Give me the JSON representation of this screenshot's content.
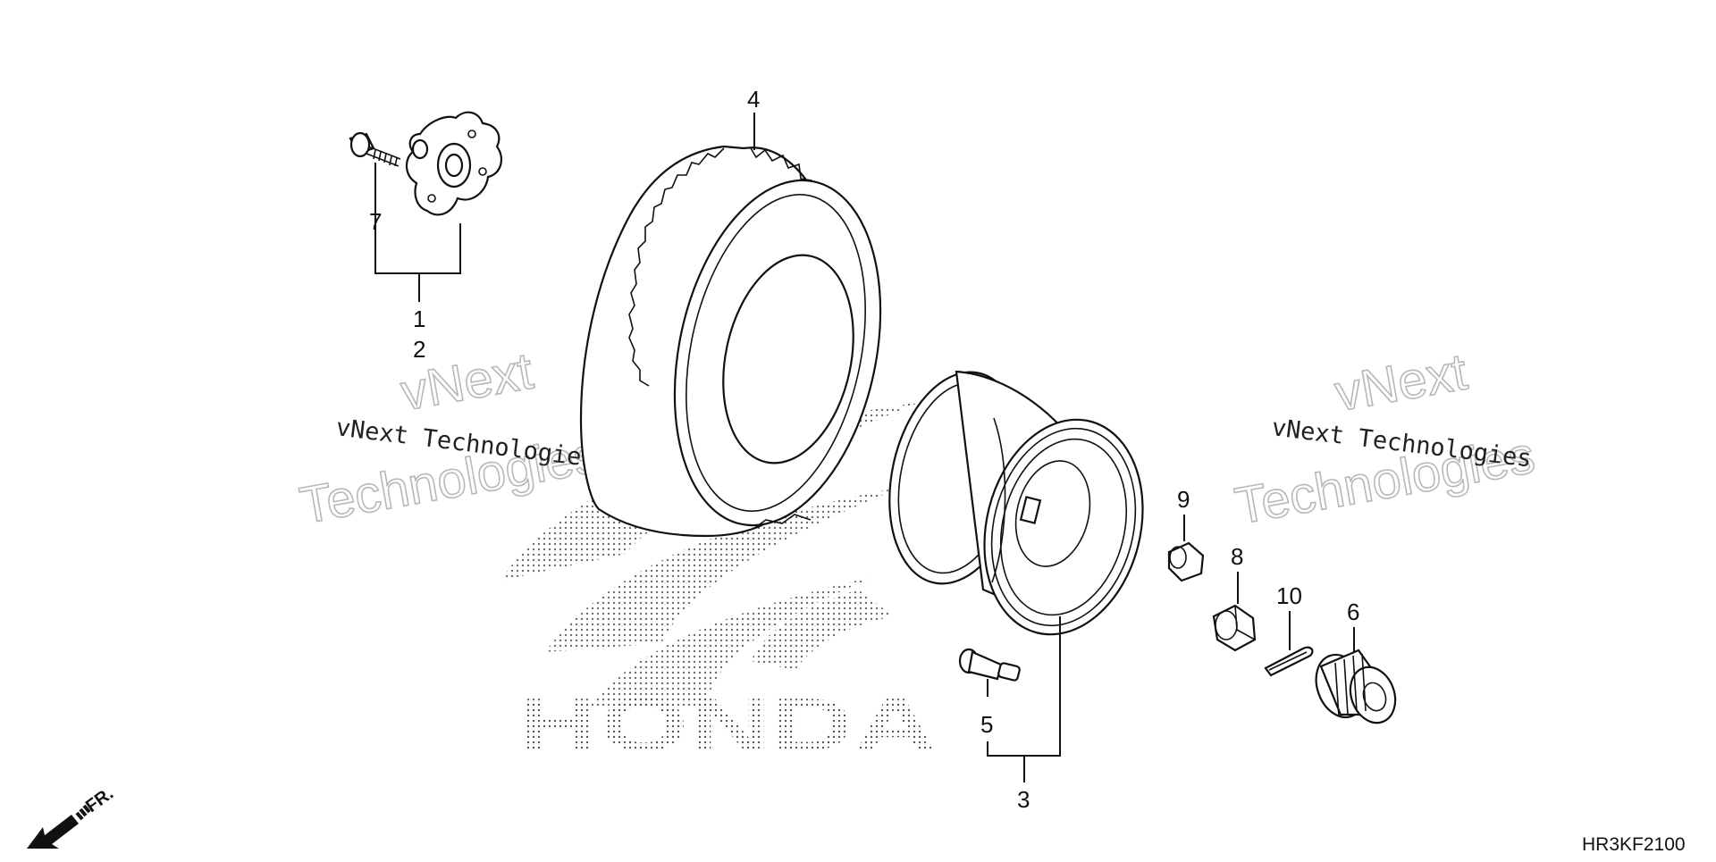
{
  "diagram": {
    "code": "HR3KF2100",
    "direction_label": "FR.",
    "brand_mark": "HONDA",
    "callouts": {
      "c1": "1",
      "c2": "2",
      "c3": "3",
      "c4": "4",
      "c5": "5",
      "c6": "6",
      "c7": "7",
      "c8": "8",
      "c9": "9",
      "c10": "10"
    },
    "watermarks": {
      "left_small": "vNext Technologies",
      "left_big_1": "vNext",
      "left_big_2": "Technologies",
      "right_small": "vNext Technologies",
      "right_big_1": "vNext",
      "right_big_2": "Technologies"
    }
  }
}
